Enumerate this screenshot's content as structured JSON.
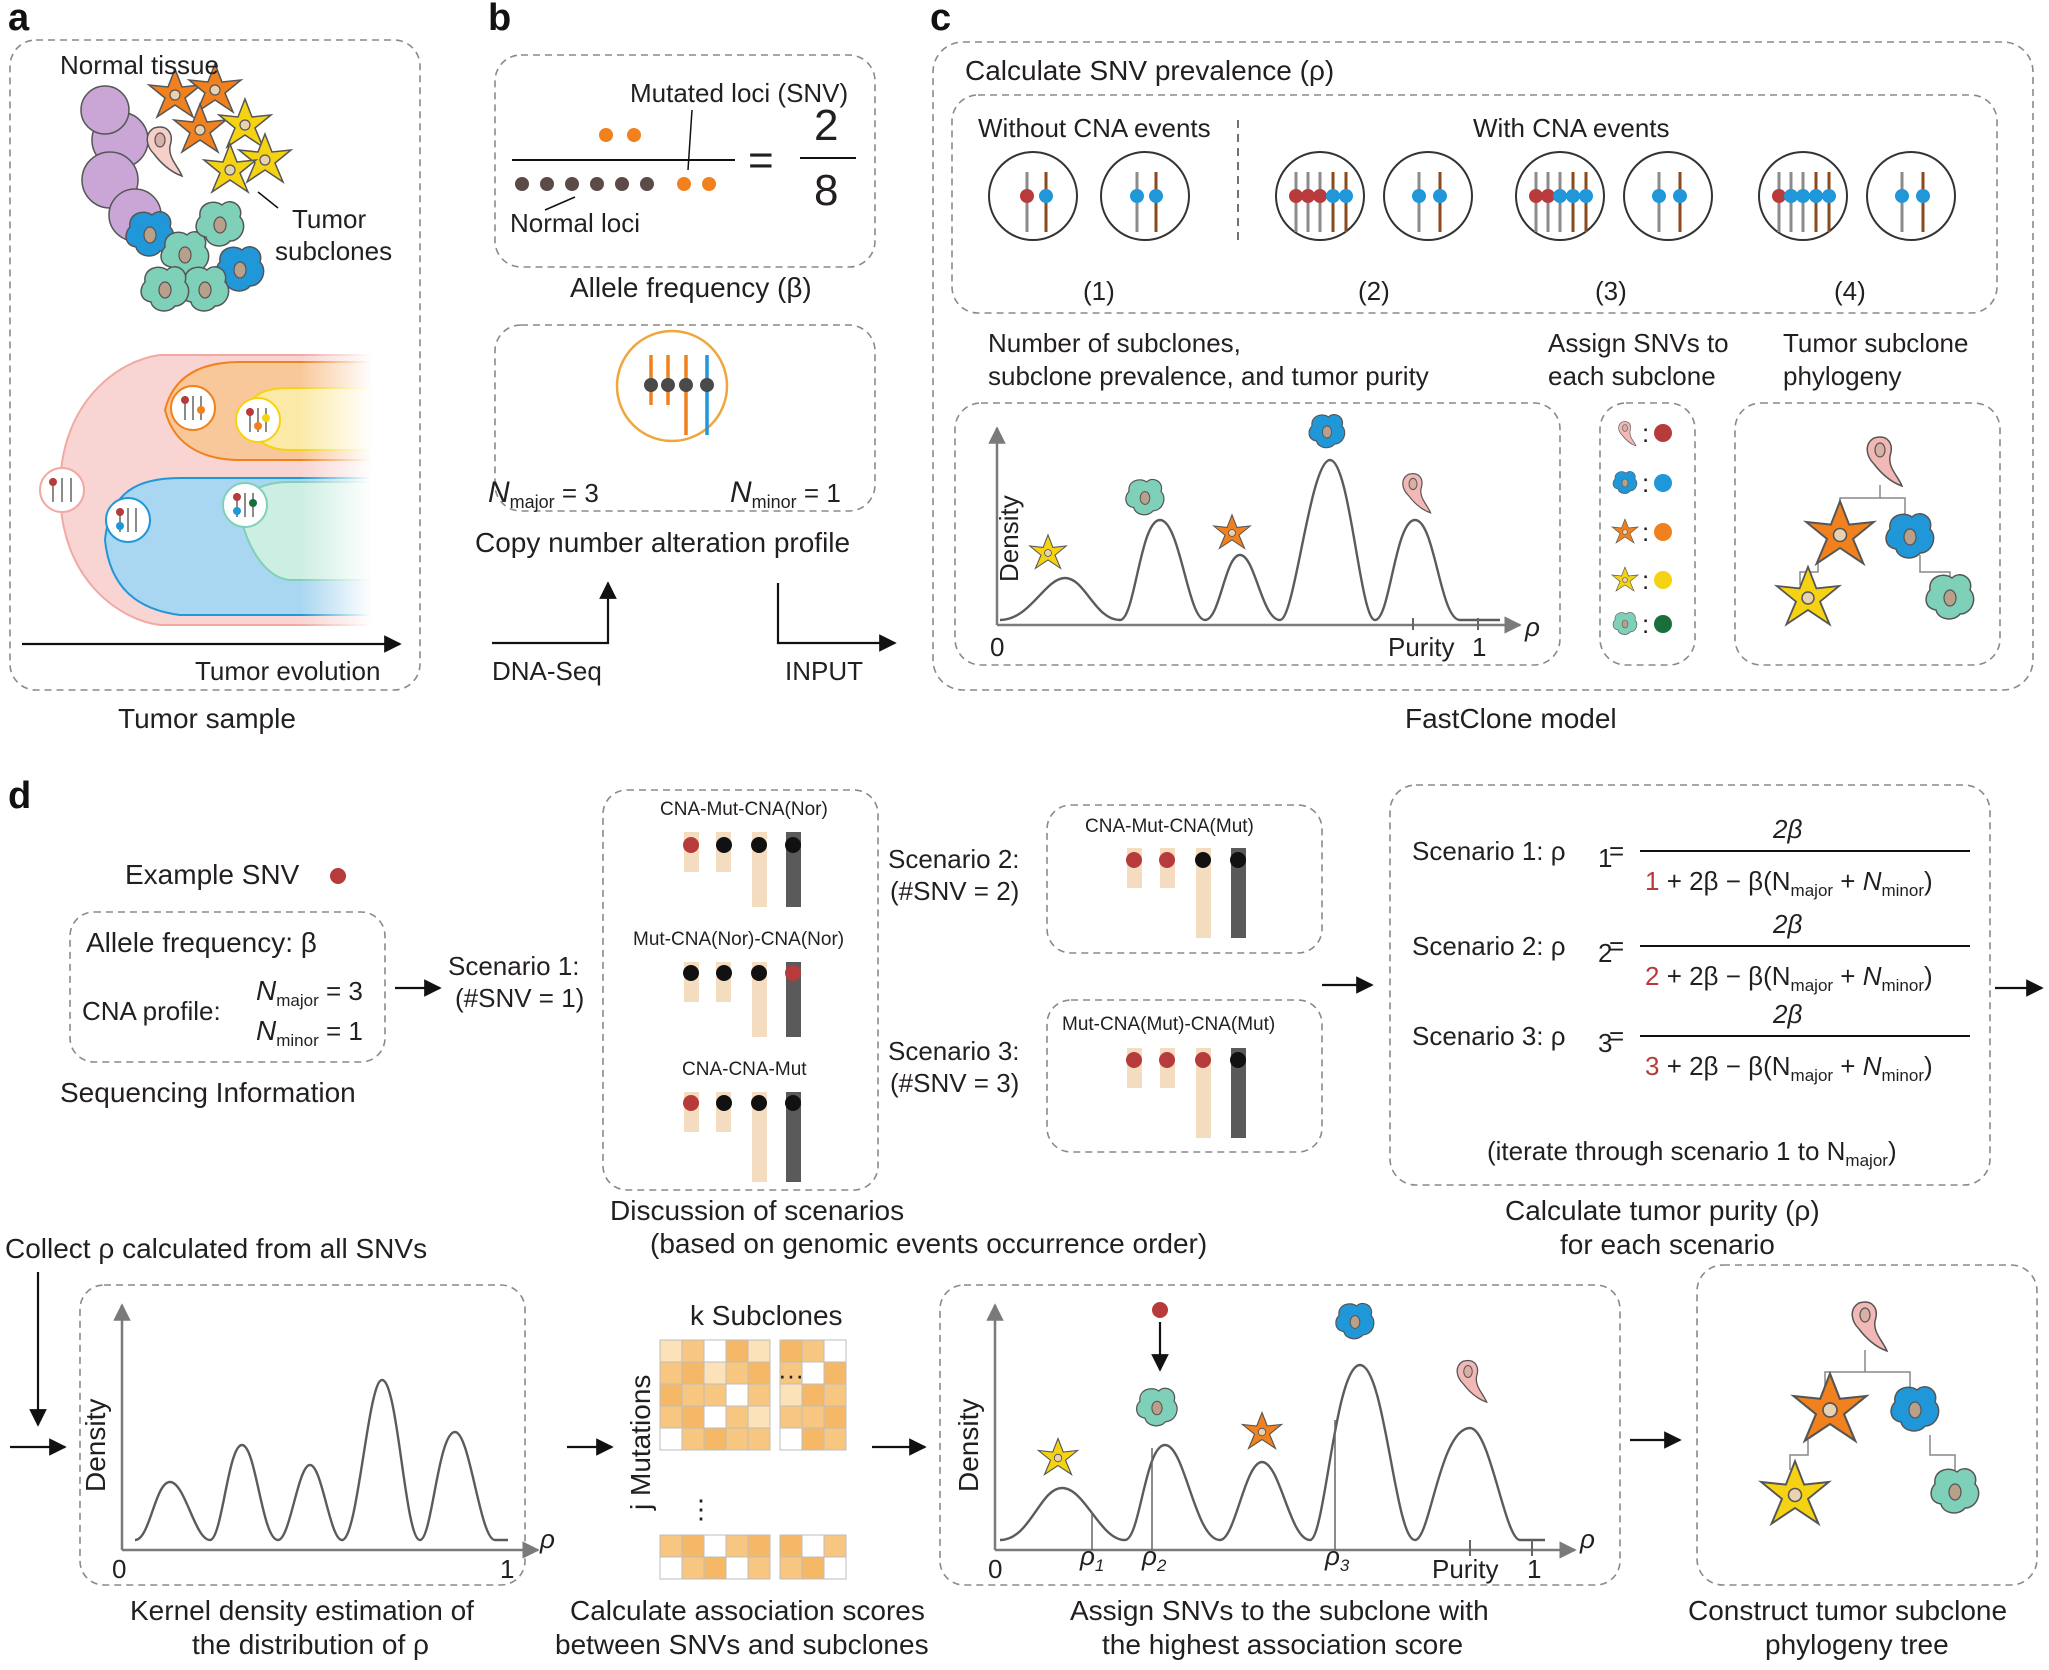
{
  "panels": {
    "a": "a",
    "b": "b",
    "c": "c",
    "d": "d"
  },
  "panel_a": {
    "normal_tissue": "Normal tissue",
    "tumor_subclones_1": "Tumor",
    "tumor_subclones_2": "subclones",
    "tumor_evolution": "Tumor evolution",
    "caption": "Tumor sample"
  },
  "panel_b": {
    "mutated_loci": "Mutated loci (SNV)",
    "normal_loci": "Normal loci",
    "equals": "=",
    "numerator": "2",
    "denominator": "8",
    "allele_freq_caption": "Allele frequency (β)",
    "n_major_sym": "N",
    "n_major_sub": "major",
    "n_major_val": " = 3",
    "n_minor_sym": "N",
    "n_minor_sub": "minor",
    "n_minor_val": " = 1",
    "cna_caption": "Copy number alteration profile",
    "dna_seq": "DNA-Seq",
    "input": "INPUT"
  },
  "panel_c": {
    "title": "Calculate SNV prevalence (ρ)",
    "without_cna": "Without CNA events",
    "with_cna": "With CNA events",
    "case_labels": [
      "(1)",
      "(2)",
      "(3)",
      "(4)"
    ],
    "sub_title_1a": "Number of subclones,",
    "sub_title_1b": "subclone prevalence, and tumor purity",
    "sub_title_2a": "Assign SNVs to",
    "sub_title_2b": "each subclone",
    "sub_title_3a": "Tumor subclone",
    "sub_title_3b": "phylogeny",
    "density": "Density",
    "zero": "0",
    "purity": "Purity",
    "one": "1",
    "rho": "ρ",
    "colon": ":",
    "caption": "FastClone model"
  },
  "panel_d": {
    "example_snv": "Example SNV",
    "allele_frequency": "Allele frequency: β",
    "cna_profile": "CNA profile:",
    "n_major_val": " = 3",
    "n_minor_val": " = 1",
    "seq_info": "Sequencing Information",
    "scen1_a": "Scenario 1:",
    "scen1_b": "(#SNV = 1)",
    "scen2_a": "Scenario 2:",
    "scen2_b": "(#SNV = 2)",
    "scen3_a": "Scenario 3:",
    "scen3_b": "(#SNV = 3)",
    "order_1": "CNA-Mut-CNA(Nor)",
    "order_2": "Mut-CNA(Nor)-CNA(Nor)",
    "order_3": "CNA-CNA-Mut",
    "order_4": "CNA-Mut-CNA(Mut)",
    "order_5": "Mut-CNA(Mut)-CNA(Mut)",
    "discussion_1": "Discussion of scenarios",
    "discussion_2": "(based on genomic events occurrence order)",
    "formula_1_lhs": "Scenario 1: ρ",
    "formula_2_lhs": "Scenario 2: ρ",
    "formula_3_lhs": "Scenario 3: ρ",
    "numerator": "2β",
    "red_1": "1",
    "red_2": "2",
    "red_3": "3",
    "denominator": " + 2β − β(N",
    "iterate": "(iterate through scenario 1 to N",
    "purity_caption_1": "Calculate tumor purity (ρ)",
    "purity_caption_2": "for each scenario",
    "collect": "Collect ρ calculated from all SNVs",
    "density": "Density",
    "zero": "0",
    "one": "1",
    "rho": "ρ",
    "kde_1": "Kernel density estimation of",
    "kde_2": "the distribution of ρ",
    "k_subclones": "k Subclones",
    "j_mutations": "j Mutations",
    "assoc_1": "Calculate association scores",
    "assoc_2": "between SNVs and subclones",
    "rho1": "ρ",
    "purity": "Purity",
    "assign_1": "Assign SNVs to the subclone with",
    "assign_2": "the highest association score",
    "tree_1": "Construct tumor subclone",
    "tree_2": "phylogeny tree"
  },
  "colors": {
    "pink": "#f2b8b5",
    "orange": "#f0811e",
    "yellow": "#f6d312",
    "blue": "#1f97d8",
    "green": "#7fd0b8",
    "red": "#b83b3b",
    "dark_green": "#1a6e3a"
  }
}
